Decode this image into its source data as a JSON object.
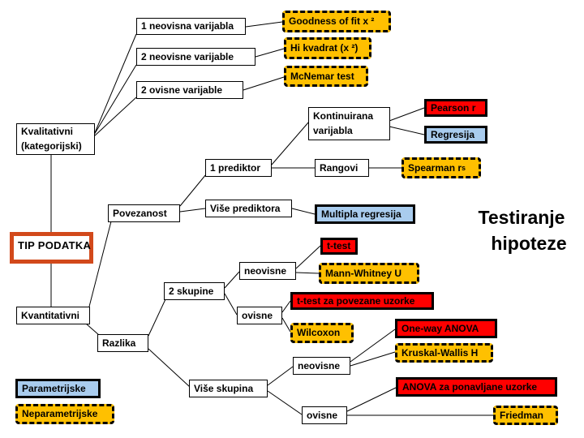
{
  "title": {
    "line1": "Testiranje",
    "line2": "hipoteze"
  },
  "colors": {
    "nonparametric_yellow": "#FFC000",
    "parametric_red": "#FF0000",
    "parametric_blue": "#A9CCEE",
    "tip_border_orange": "#D2491B",
    "line_black": "#000000"
  },
  "nodes": {
    "neovisna_1": {
      "label": "1 neovisna varijabla"
    },
    "neovisne_2var": {
      "label": "2 neovisne varijable"
    },
    "ovisne_2var": {
      "label": "2 ovisne varijable"
    },
    "goodness": {
      "label": "Goodness of fit x ²"
    },
    "hi_kvadrat": {
      "label": "Hi kvadrat (x ²)"
    },
    "mcnemar": {
      "label": "McNemar test"
    },
    "kvalitativni": {
      "label": "Kvalitativni",
      "label2": "(kategorijski)"
    },
    "kontinuirana": {
      "label": "Kontinuirana",
      "label2": "varijabla"
    },
    "pearson": {
      "label": "Pearson r"
    },
    "regresija": {
      "label": "Regresija"
    },
    "prediktor_1": {
      "label": "1 prediktor"
    },
    "rangovi": {
      "label": "Rangovi"
    },
    "spearman": {
      "label": "Spearman r",
      "sub": "s"
    },
    "povezanost": {
      "label": "Povezanost"
    },
    "vise_prediktora": {
      "label": "Više prediktora"
    },
    "multipla_regresija": {
      "label": "Multipla regresija"
    },
    "tip_podatka": {
      "label": "TIP PODATKA"
    },
    "t_test": {
      "label": "t-test"
    },
    "neovisne_skupine2": {
      "label": "neovisne"
    },
    "mann_whitney": {
      "label": "Mann-Whitney U"
    },
    "skupine_2": {
      "label": "2 skupine"
    },
    "t_test_povezani": {
      "label": "t-test za povezane uzorke"
    },
    "kvantitativni": {
      "label": "Kvantitativni"
    },
    "ovisne_skupine2": {
      "label": "ovisne"
    },
    "wilcoxon": {
      "label": "Wilcoxon"
    },
    "one_way_anova": {
      "label": "One-way ANOVA"
    },
    "razlika": {
      "label": "Razlika"
    },
    "kruskal_wallis": {
      "label": "Kruskal-Wallis H"
    },
    "neovisne_vise": {
      "label": "neovisne"
    },
    "vise_skupina": {
      "label": "Više skupina"
    },
    "anova_ponavljane": {
      "label": "ANOVA za ponavljane uzorke"
    },
    "ovisne_vise": {
      "label": "ovisne"
    },
    "friedman": {
      "label": "Friedman"
    },
    "parametrijske": {
      "label": "Parametrijske"
    },
    "neparametrijske": {
      "label": "Neparametrijske"
    }
  }
}
